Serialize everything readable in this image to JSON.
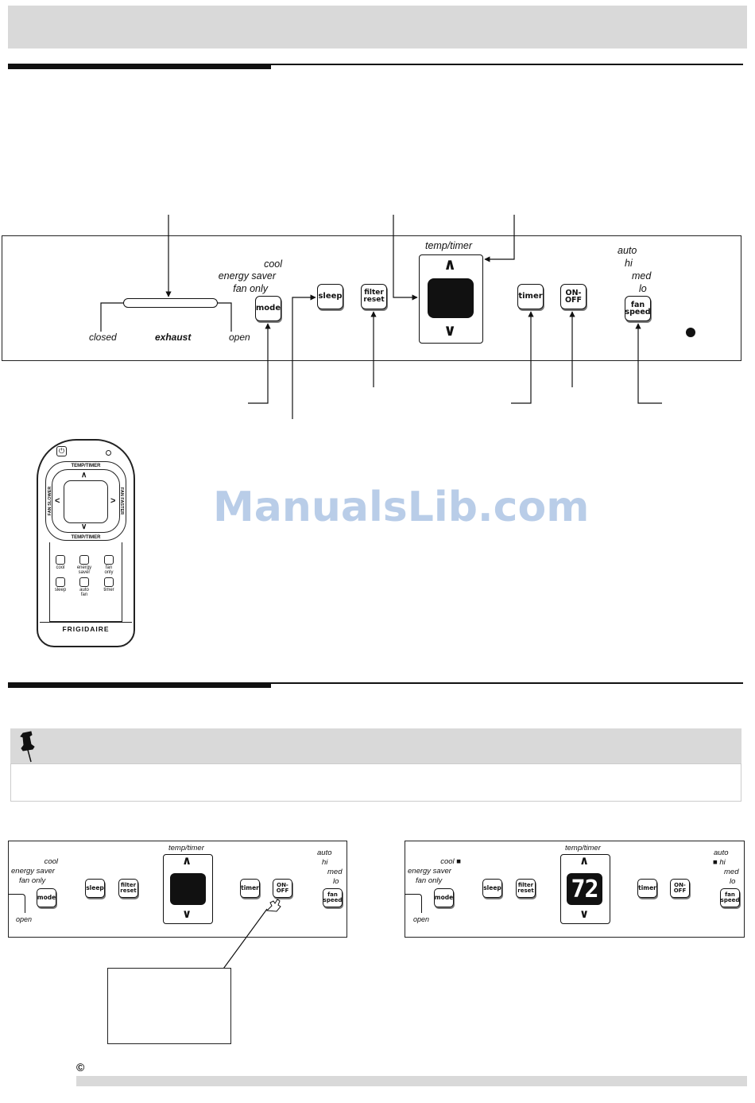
{
  "panel": {
    "temp_timer_label": "temp/timer",
    "mode_options": [
      "cool",
      "energy saver",
      "fan only"
    ],
    "fan_options": [
      "auto",
      "hi",
      "med",
      "lo"
    ],
    "exhaust": {
      "closed": "closed",
      "label": "exhaust",
      "open": "open"
    },
    "buttons": {
      "mode": "mode",
      "sleep": "sleep",
      "filter_reset": "filter\nreset",
      "timer": "timer",
      "on_off": "ON-\nOFF",
      "fan_speed": "fan\nspeed"
    },
    "up_glyph": "∧",
    "down_glyph": "∨"
  },
  "watermark": "ManualsLib.com",
  "remote": {
    "power_icon": "power-icon",
    "temp_timer_top": "TEMP/TIMER",
    "temp_timer_bottom": "TEMP/TIMER",
    "fan_slower": "FAN SLOWER",
    "fan_faster": "FAN FASTER",
    "left_glyph": "<",
    "right_glyph": ">",
    "up_glyph": "∧",
    "down_glyph": "∨",
    "keys": [
      "cool",
      "energy\nsaver",
      "fan\nonly",
      "sleep",
      "auto\nfan",
      "timer"
    ],
    "brand": "FRIGIDAIRE"
  },
  "small_panel_left": {
    "temp_timer_label": "temp/timer",
    "mode_options": [
      "cool",
      "energy saver",
      "fan only"
    ],
    "fan_options": [
      "auto",
      "hi",
      "med",
      "lo"
    ],
    "open": "open",
    "buttons": {
      "mode": "mode",
      "sleep": "sleep",
      "filter_reset": "filter\nreset",
      "timer": "timer",
      "on_off": "ON-\nOFF",
      "fan_speed": "fan\nspeed"
    }
  },
  "small_panel_right": {
    "temp_timer_label": "temp/timer",
    "mode_options": [
      "cool ■",
      "energy saver",
      "fan only"
    ],
    "fan_options": [
      "auto",
      "■ hi",
      "med",
      "lo"
    ],
    "open": "open",
    "display_value": "72",
    "buttons": {
      "mode": "mode",
      "sleep": "sleep",
      "filter_reset": "filter\nreset",
      "timer": "timer",
      "on_off": "ON-\nOFF",
      "fan_speed": "fan\nspeed"
    }
  },
  "copyright_symbol": "©",
  "colors": {
    "gray_bar": "#d9d9d9",
    "watermark": "#b9cde8",
    "display": "#111111"
  }
}
